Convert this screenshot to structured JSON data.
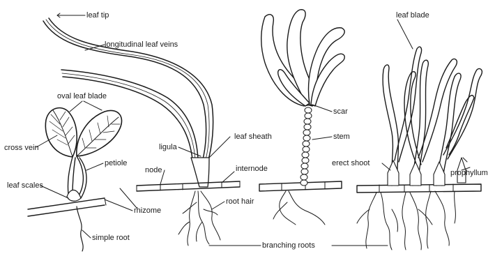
{
  "labels": {
    "leaf_tip": "leaf tip",
    "longitudinal_leaf_veins": "longitudinal leaf veins",
    "oval_leaf_blade": "oval leaf blade",
    "cross_vein": "cross vein",
    "petiole": "petiole",
    "leaf_scales": "leaf scales",
    "rhizome": "rhizome",
    "simple_root": "simple root",
    "ligula": "ligula",
    "leaf_sheath": "leaf sheath",
    "node": "node",
    "internode": "internode",
    "root_hair": "root hair",
    "branching_roots": "branching roots",
    "scar": "scar",
    "stem": "stem",
    "leaf_blade": "leaf blade",
    "erect_shoot": "erect shoot",
    "prophyllum": "prophyllum"
  }
}
